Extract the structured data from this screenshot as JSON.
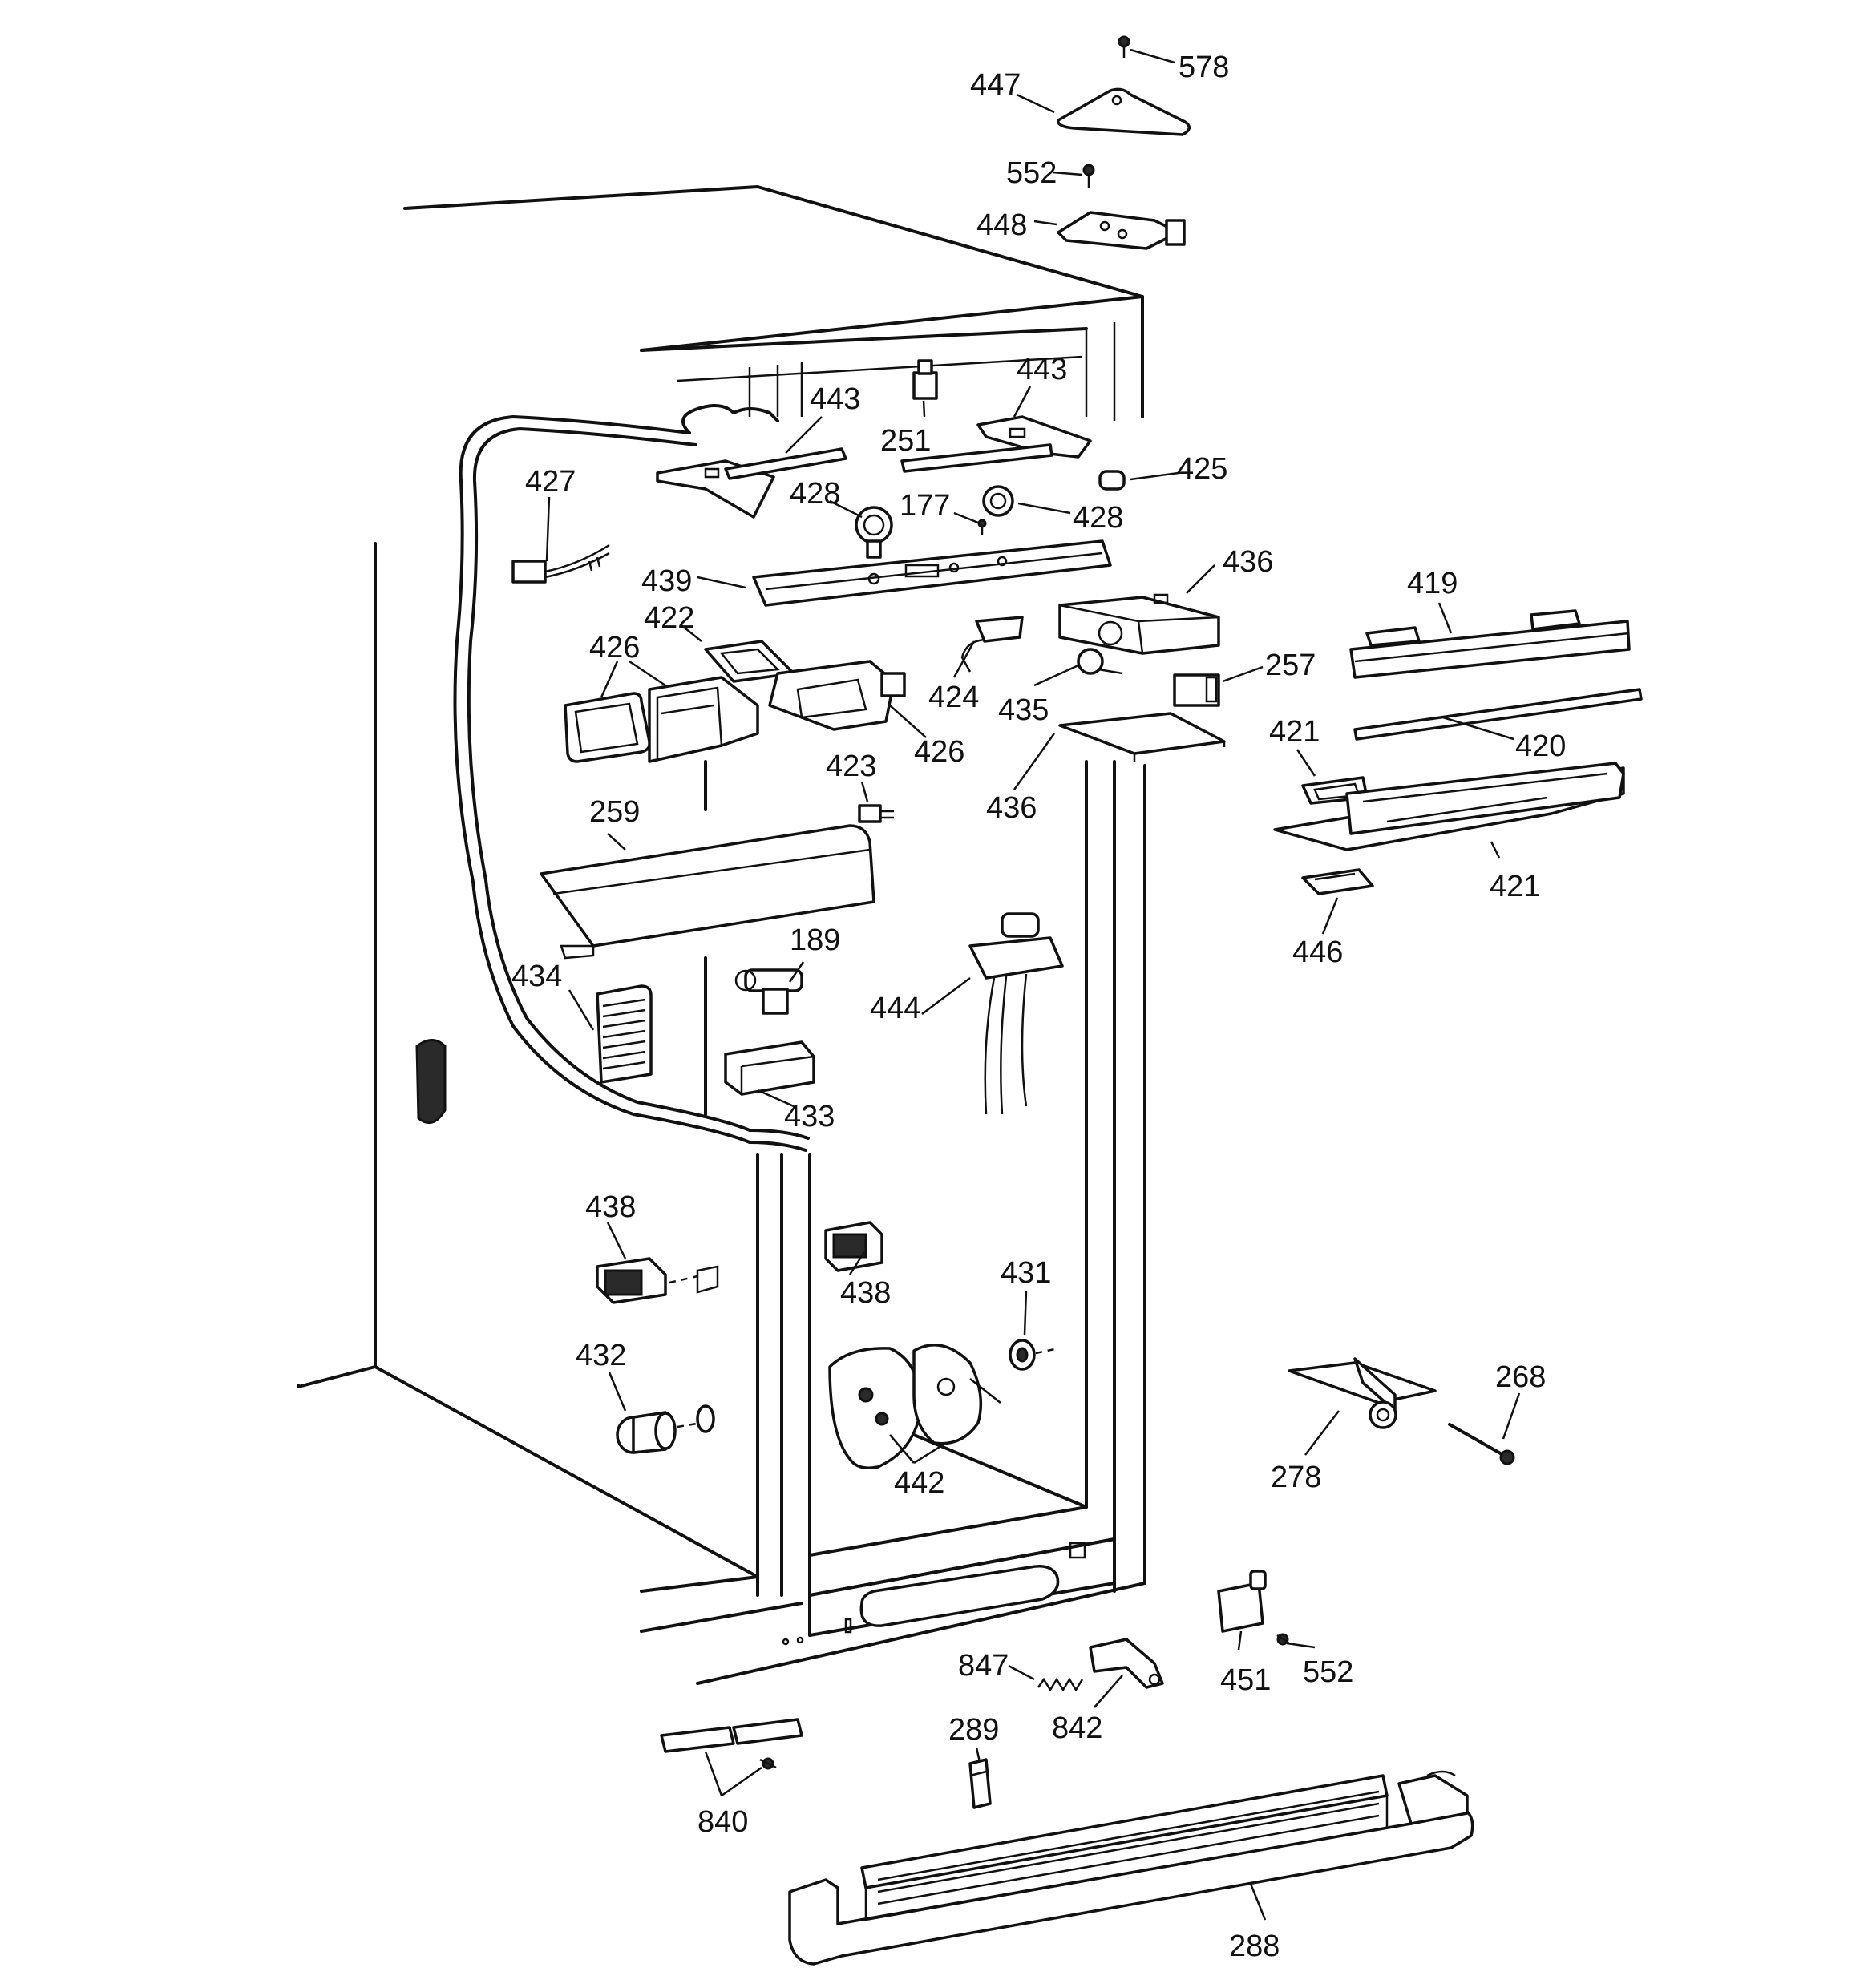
{
  "callouts": [
    "578",
    "447",
    "552",
    "448",
    "443",
    "251",
    "443",
    "425",
    "427",
    "428",
    "177",
    "428",
    "439",
    "436",
    "419",
    "422",
    "426",
    "424",
    "257",
    "435",
    "426",
    "421",
    "420",
    "423",
    "436",
    "259",
    "421",
    "446",
    "189",
    "434",
    "444",
    "433",
    "438",
    "438",
    "431",
    "432",
    "442",
    "268",
    "278",
    "847",
    "451",
    "552",
    "842",
    "289",
    "840",
    "288"
  ]
}
